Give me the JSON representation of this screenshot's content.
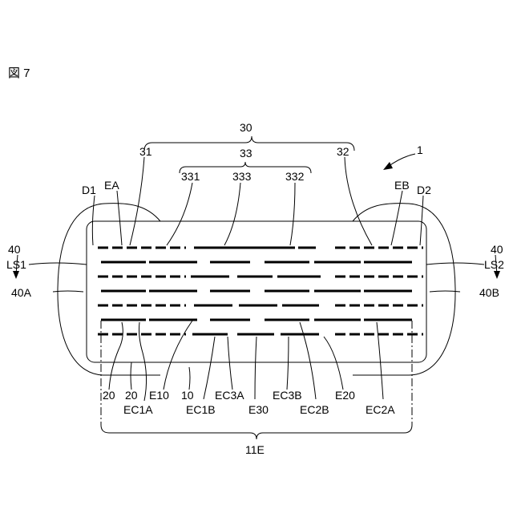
{
  "figure_label": "図 7",
  "labels": {
    "l30": "30",
    "l31": "31",
    "l32": "32",
    "l33": "33",
    "l331": "331",
    "l333": "333",
    "l332": "332",
    "l1": "1",
    "lD1": "D1",
    "lEA": "EA",
    "lEB": "EB",
    "lD2": "D2",
    "l40L": "40",
    "lLS1": "LS1",
    "l40A": "40A",
    "l40R": "40",
    "lLS2": "LS2",
    "l40B": "40B",
    "l20a": "20",
    "l20b": "20",
    "lEC1A": "EC1A",
    "lE10": "E10",
    "l10": "10",
    "lEC1B": "EC1B",
    "lEC3A": "EC3A",
    "lE30": "E30",
    "lEC3B": "EC3B",
    "lEC2B": "EC2B",
    "lE20": "E20",
    "lEC2A": "EC2A",
    "l11E": "11E"
  }
}
